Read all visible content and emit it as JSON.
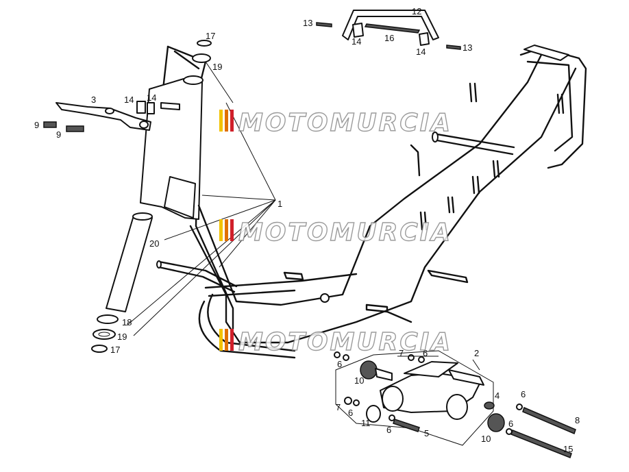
{
  "watermark": {
    "text": "MOTOMURCIA",
    "stripe_colors": [
      "#f2c200",
      "#e07000",
      "#d0202a"
    ]
  },
  "callouts": [
    {
      "id": "c12",
      "text": "12"
    },
    {
      "id": "c13a",
      "text": "13"
    },
    {
      "id": "c13b",
      "text": "13"
    },
    {
      "id": "c14a",
      "text": "14"
    },
    {
      "id": "c14b",
      "text": "14"
    },
    {
      "id": "c16",
      "text": "16"
    },
    {
      "id": "c17a",
      "text": "17"
    },
    {
      "id": "c19a",
      "text": "19"
    },
    {
      "id": "c3",
      "text": "3"
    },
    {
      "id": "c14c",
      "text": "14"
    },
    {
      "id": "c14d",
      "text": "14"
    },
    {
      "id": "c9a",
      "text": "9"
    },
    {
      "id": "c9b",
      "text": "9"
    },
    {
      "id": "c1",
      "text": "1"
    },
    {
      "id": "c20",
      "text": "20"
    },
    {
      "id": "c18",
      "text": "18"
    },
    {
      "id": "c19b",
      "text": "19"
    },
    {
      "id": "c17b",
      "text": "17"
    },
    {
      "id": "c2",
      "text": "2"
    },
    {
      "id": "c6a",
      "text": "6"
    },
    {
      "id": "c6b",
      "text": "6"
    },
    {
      "id": "c7a",
      "text": "7"
    },
    {
      "id": "c10a",
      "text": "10"
    },
    {
      "id": "c4",
      "text": "4"
    },
    {
      "id": "c6c",
      "text": "6"
    },
    {
      "id": "c8",
      "text": "8"
    },
    {
      "id": "c7b",
      "text": "7"
    },
    {
      "id": "c6d",
      "text": "6"
    },
    {
      "id": "c11",
      "text": "11"
    },
    {
      "id": "c6e",
      "text": "6"
    },
    {
      "id": "c5",
      "text": "5"
    },
    {
      "id": "c6f",
      "text": "6"
    },
    {
      "id": "c10b",
      "text": "10"
    },
    {
      "id": "c15",
      "text": "15"
    }
  ]
}
